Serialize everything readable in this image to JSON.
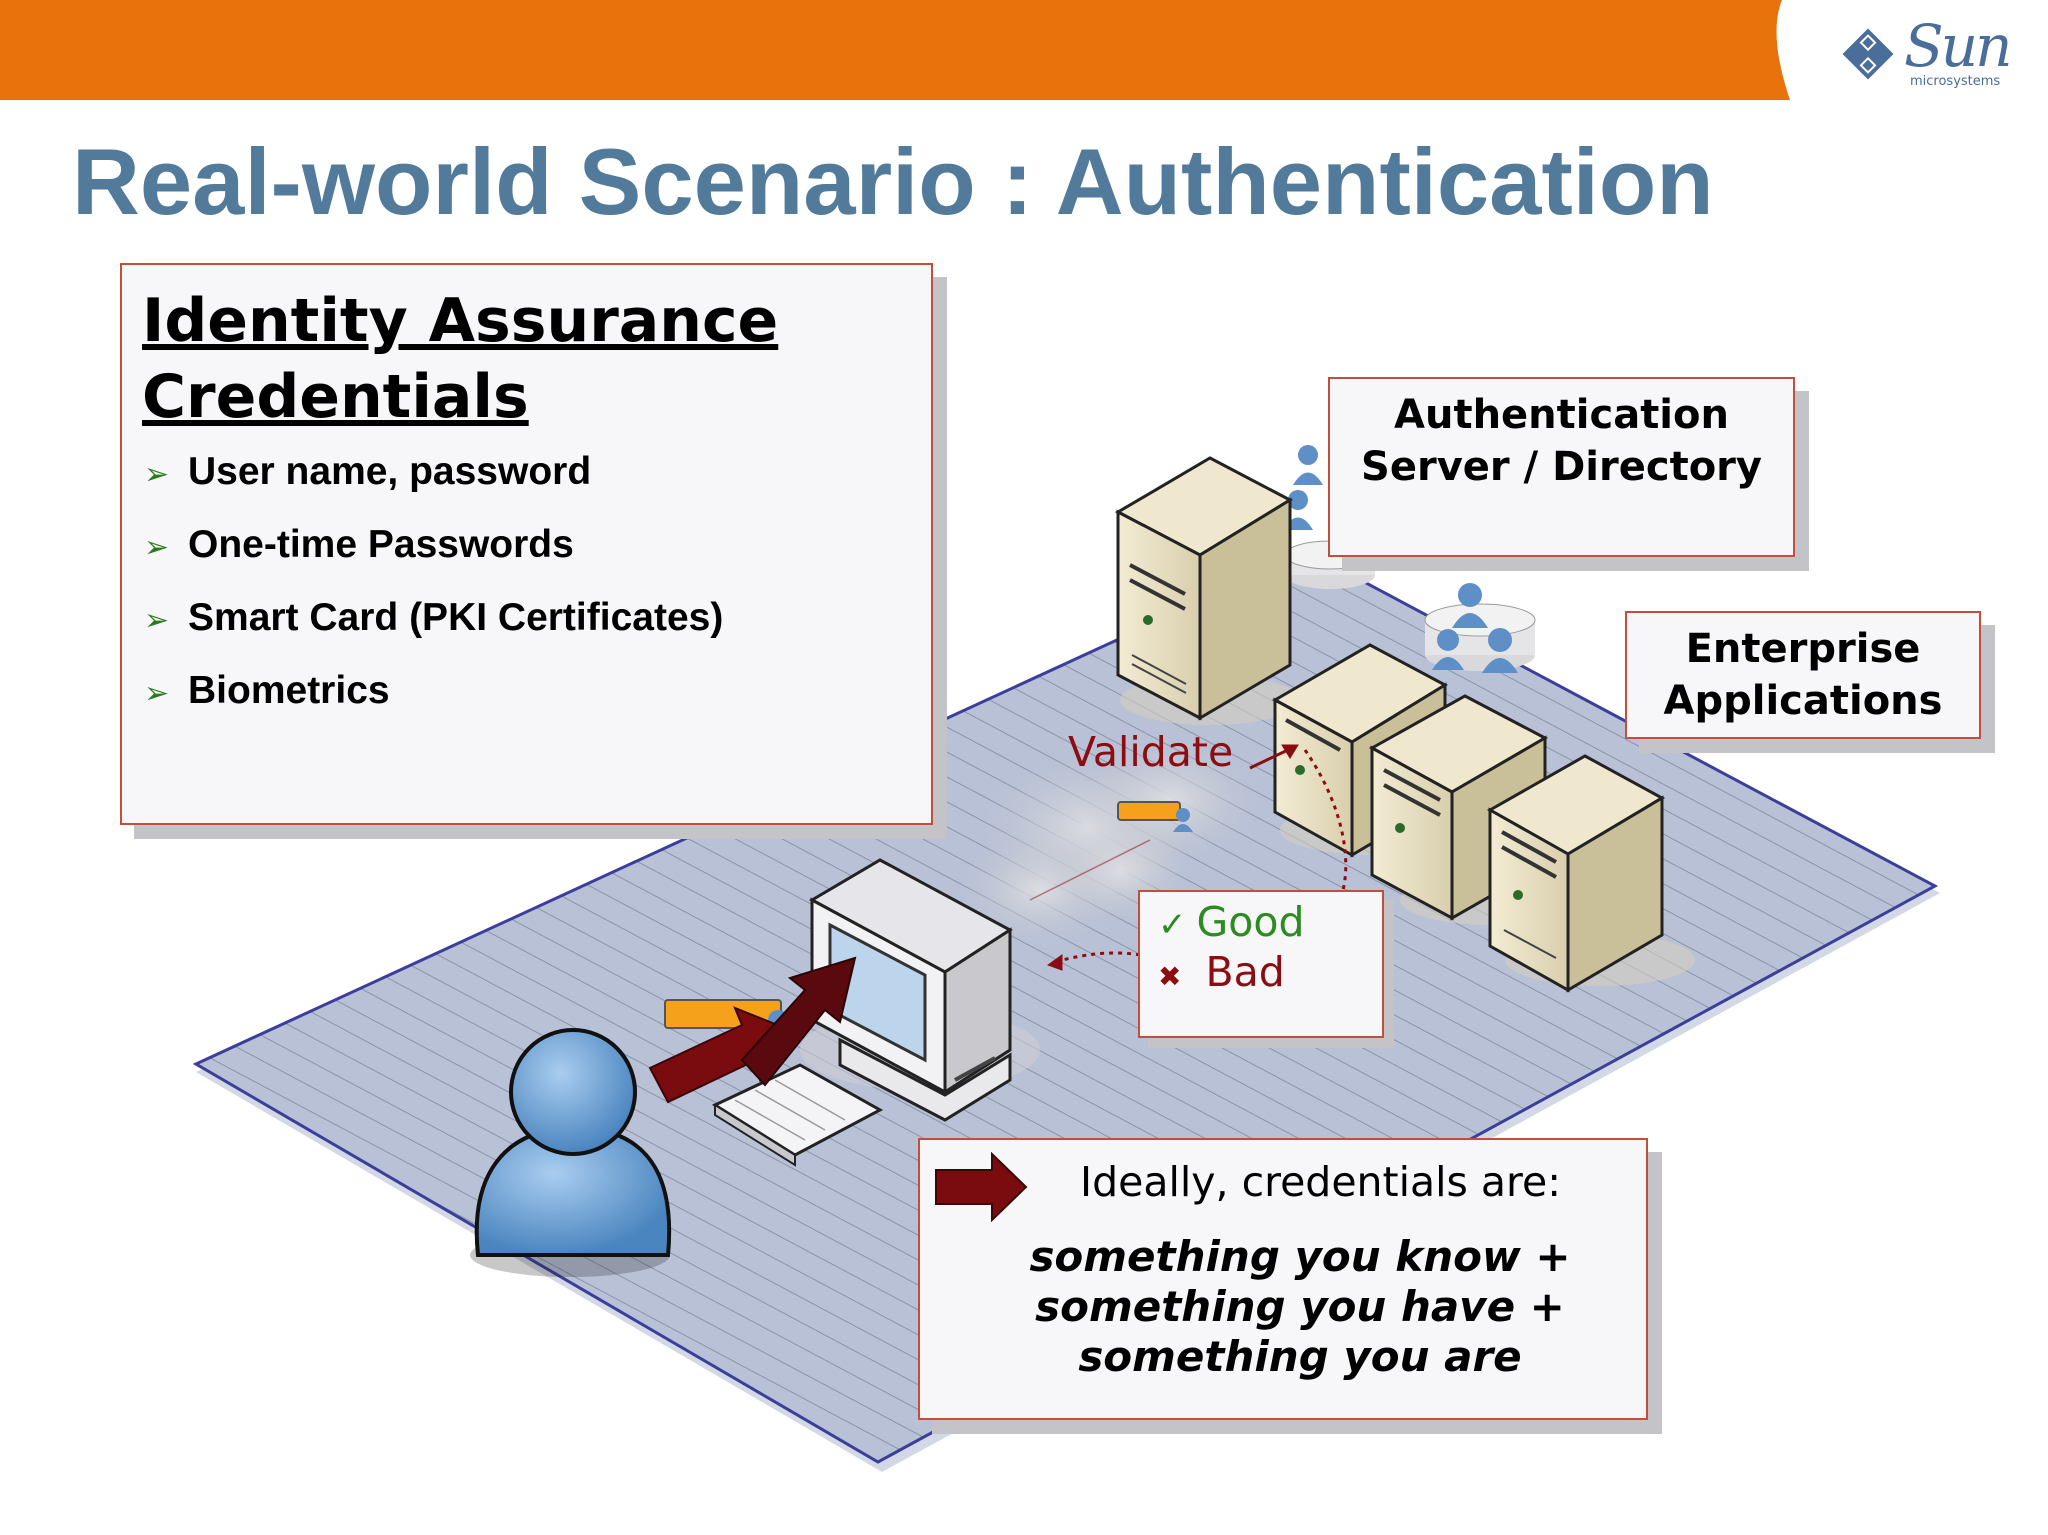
{
  "title": "Real-world Scenario : Authentication",
  "logo": {
    "word": "Sun",
    "sub": "microsystems",
    "icon": "sun-logo-icon"
  },
  "identity": {
    "heading_line1": "Identity Assurance",
    "heading_line2": "Credentials",
    "items": [
      "User name, password",
      "One-time Passwords",
      "Smart Card (PKI Certificates)",
      "Biometrics"
    ],
    "bullet_icon": "arrowhead-bullet-icon"
  },
  "auth_server": {
    "line1": "Authentication",
    "line2": "Server / Directory"
  },
  "enterprise": {
    "line1": "Enterprise",
    "line2": "Applications"
  },
  "validate": "Validate",
  "result": {
    "good": "Good",
    "bad": "Bad",
    "good_icon": "checkmark-icon",
    "bad_icon": "x-mark-icon"
  },
  "ideal": {
    "intro": "Ideally, credentials are:",
    "lines": [
      "something you know +",
      "something you have +",
      "something you are"
    ],
    "arrow_icon": "arrow-right-icon"
  },
  "colors": {
    "orange_bar": "#e8730c",
    "title": "#527a9b",
    "box_border": "#c0503c",
    "dark_red": "#7a0c10",
    "good": "#2e8b22",
    "platform": "#b9c2d6"
  }
}
